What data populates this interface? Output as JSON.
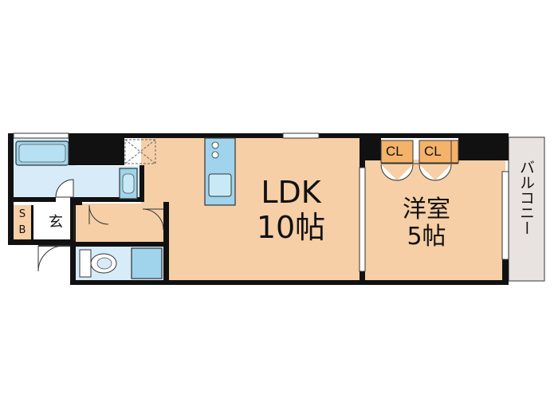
{
  "rooms": {
    "ldk_name": "LDK",
    "ldk_size": "10帖",
    "western_name": "洋室",
    "western_size": "5帖",
    "closet_1": "CL",
    "closet_2": "CL",
    "shoe_box_line1": "S",
    "shoe_box_line2": "B",
    "entrance": "玄",
    "balcony": "バルコニー"
  },
  "colors": {
    "wall": "#111111",
    "room_floor": "#f6cfa6",
    "wet_area": "#d7ecf8",
    "fixture": "#9fd4ec",
    "closet": "#f4b26a",
    "balcony": "#e8e3e0",
    "white": "#ffffff"
  }
}
